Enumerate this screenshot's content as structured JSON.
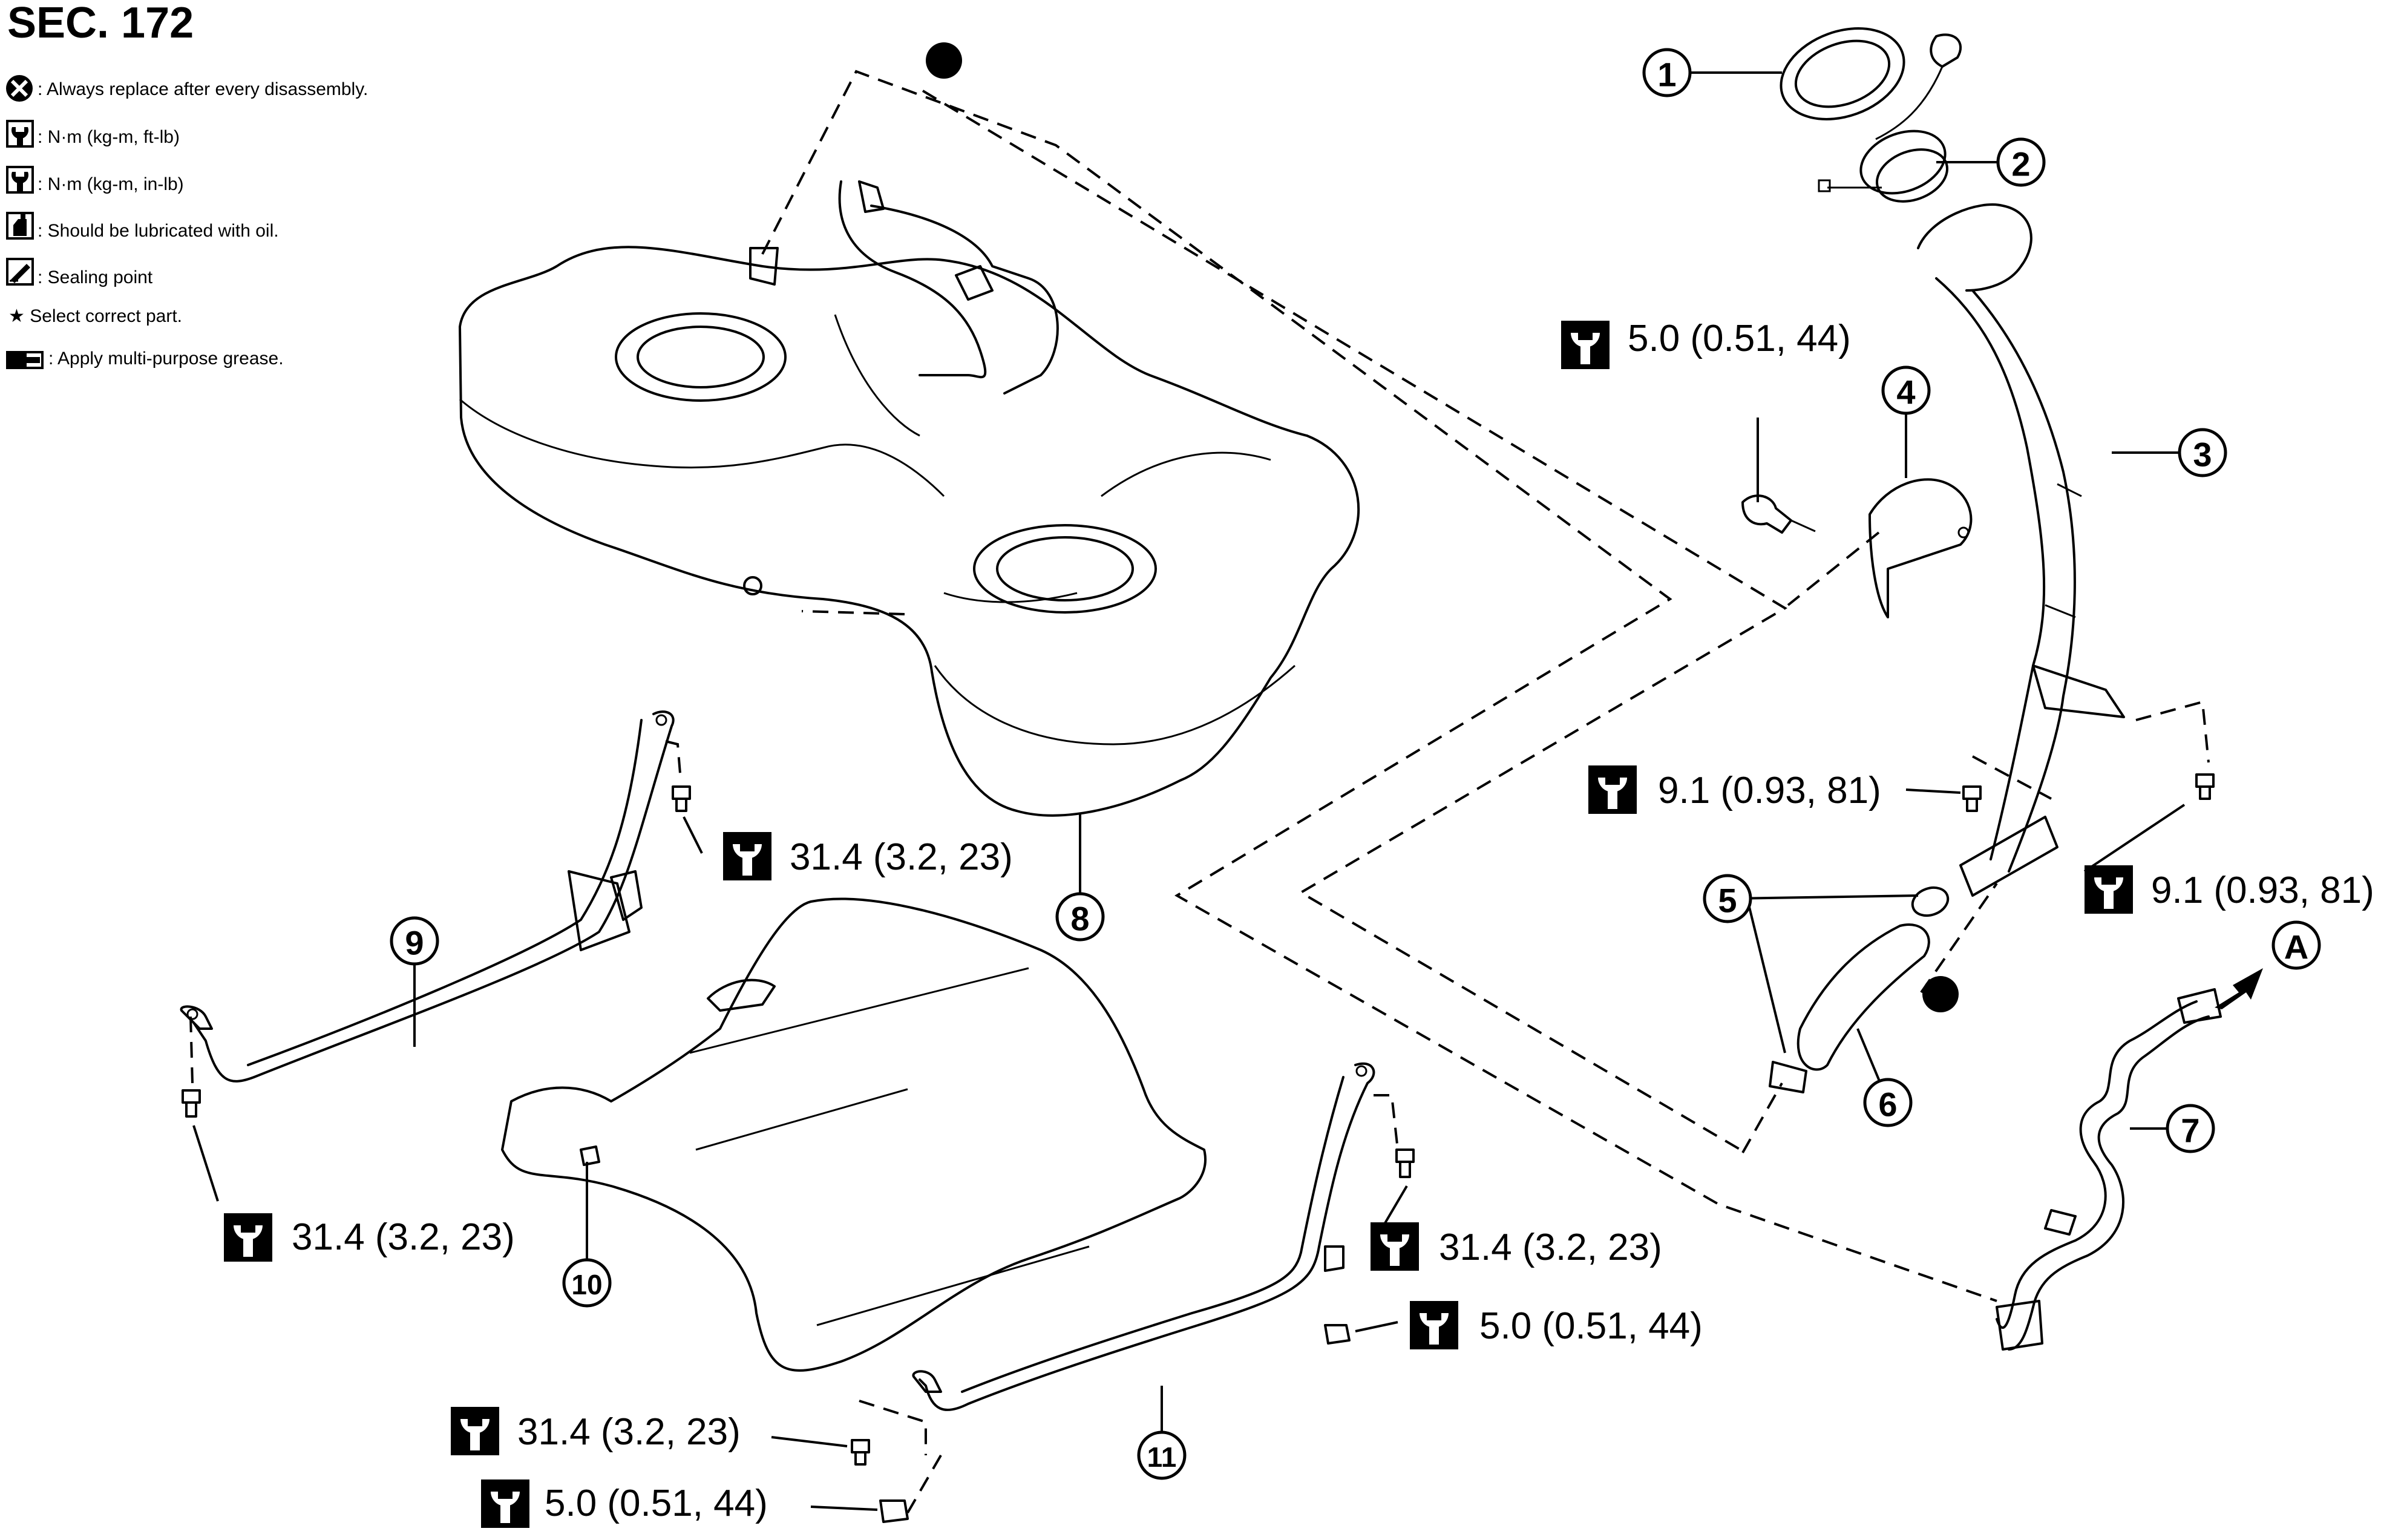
{
  "section": "SEC. 172",
  "legend": [
    {
      "icon": "always-replace-icon",
      "text": ": Always replace after every disassembly."
    },
    {
      "icon": "torque-ft-lb-icon",
      "text": ": N·m (kg-m, ft-lb)"
    },
    {
      "icon": "torque-in-lb-icon",
      "text": ": N·m (kg-m, in-lb)"
    },
    {
      "icon": "oil-lubricate-icon",
      "text": ": Should be lubricated with oil."
    },
    {
      "icon": "sealing-point-icon",
      "text": ": Sealing point"
    },
    {
      "icon": "star-icon",
      "text": "★ Select correct part."
    },
    {
      "icon": "grease-icon",
      "text": ": Apply multi-purpose grease."
    }
  ],
  "parts": [
    "1",
    "2",
    "3",
    "4",
    "5",
    "6",
    "7",
    "8",
    "9",
    "10",
    "11"
  ],
  "part_glyphs": [
    "①",
    "②",
    "③",
    "④",
    "⑤",
    "⑥",
    "⑦",
    "⑧",
    "⑨",
    "⑩",
    "⑪"
  ],
  "view_marker": "A",
  "torques": {
    "t_filler_bracket": "5.0 (0.51, 44)",
    "t_filler_left": "9.1 (0.93, 81)",
    "t_filler_right": "9.1 (0.93, 81)",
    "t_tank_band9_top": "31.4 (3.2, 23)",
    "t_tank_band9_bottom": "31.4 (3.2, 23)",
    "t_band11_top": "31.4 (3.2, 23)",
    "t_band11_nut": "5.0 (0.51, 44)",
    "t_band11_bottom_bolt": "31.4 (3.2, 23)",
    "t_band11_bottom_nut": "5.0 (0.51, 44)"
  },
  "colors": {
    "ink": "#000000",
    "paper": "#ffffff"
  }
}
